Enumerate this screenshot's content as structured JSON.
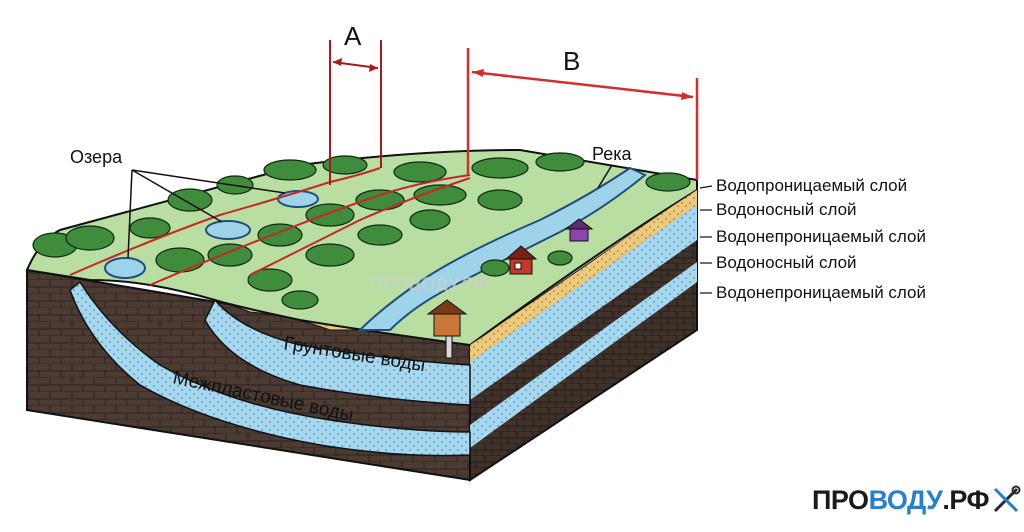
{
  "dimensions": {
    "a": "А",
    "b": "В"
  },
  "labels": {
    "lakes": "Озера",
    "river": "Река",
    "groundwater": "Грунтовые воды",
    "interstratal": "Межпластовые воды"
  },
  "layers": [
    "Водопроницаемый слой",
    "Водоносный слой",
    "Водонепроницаемый слой",
    "Водоносный слой",
    "Водонепроницаемый слой"
  ],
  "watermark": "ПРОВОДУ.РФ",
  "brand": {
    "part1": "ПРО",
    "part2": "ВОДУ",
    "part3": ".РФ",
    "icon": "wrench-screwdriver-icon"
  },
  "colors": {
    "dimension_lines": "#c62828",
    "ground": "#b9dea2",
    "trees": "#3f8c3c",
    "water": "#9fd3ea",
    "soil": "#e8c477",
    "rock": "#4a3a31"
  }
}
